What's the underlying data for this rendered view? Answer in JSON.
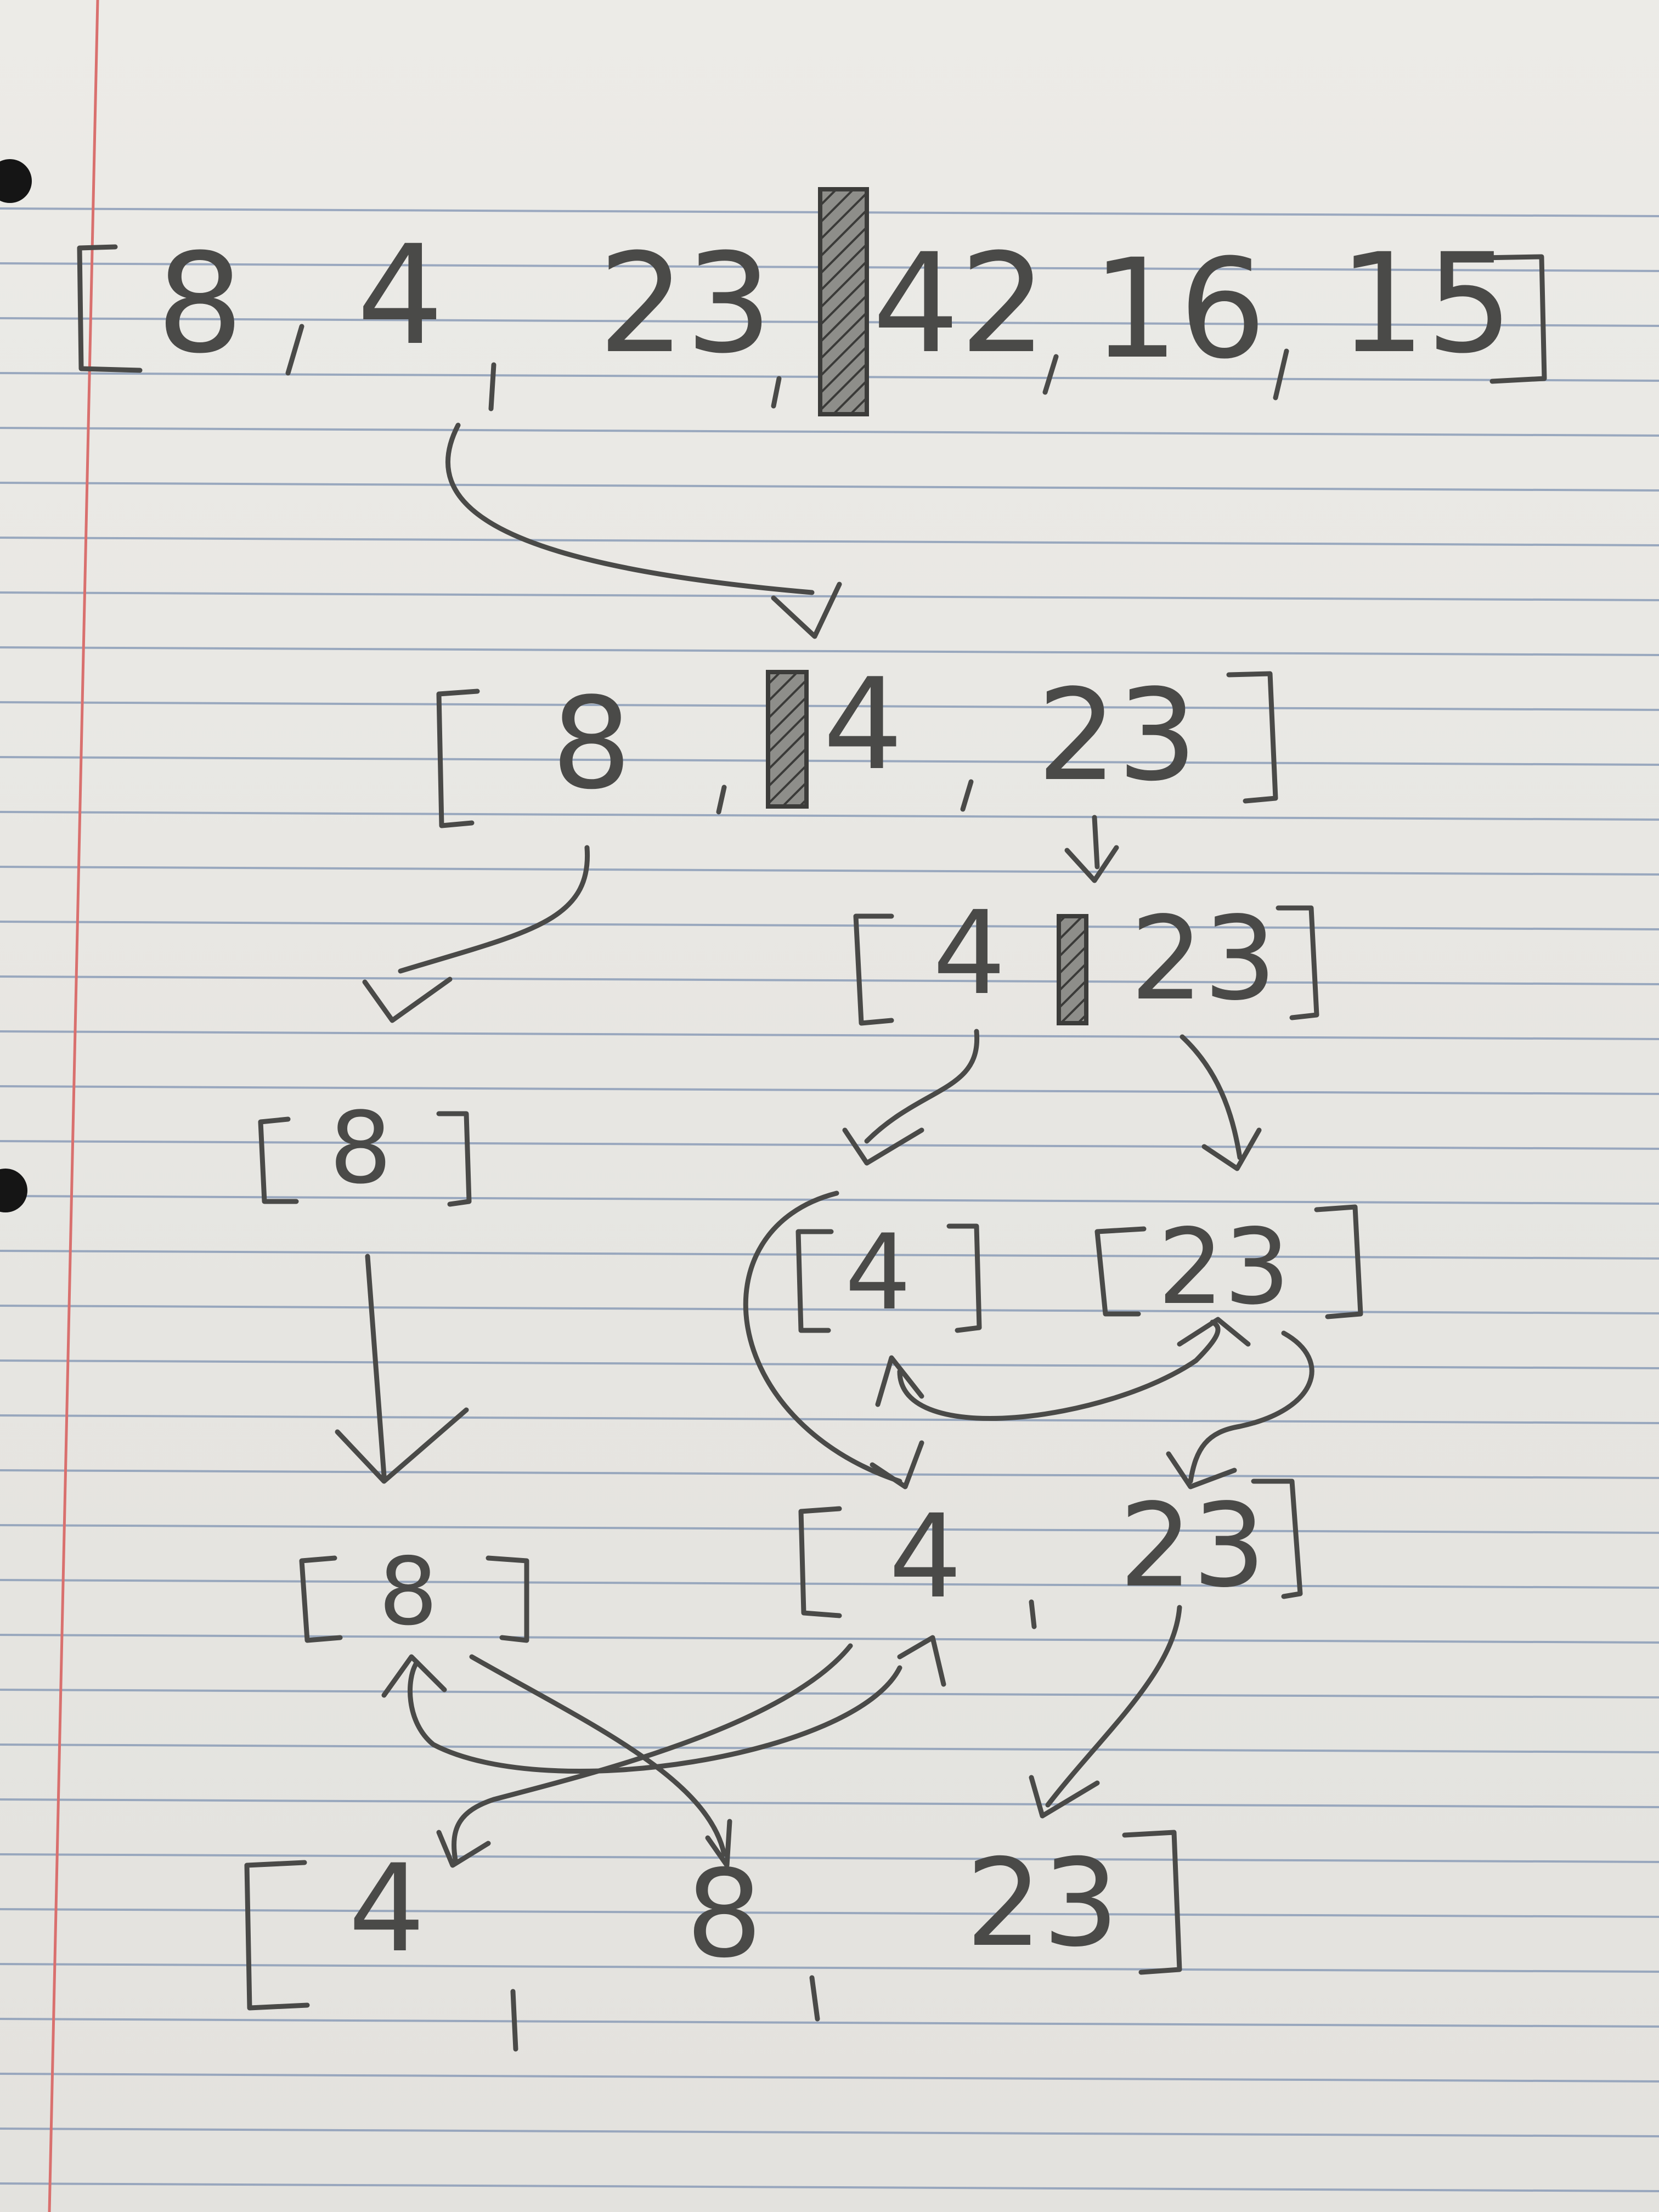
{
  "page": {
    "paper_color": "#e9e8e4",
    "rule_color": "#7f93b2",
    "margin_color": "#d9706e",
    "ink_color": "#4a4a48"
  },
  "row1": {
    "bracket_open": "[",
    "values": [
      "8",
      "4",
      "23",
      "42",
      "16",
      "15"
    ],
    "bracket_close": "]"
  },
  "row2": {
    "values": [
      "8",
      "4",
      "23"
    ]
  },
  "row3": {
    "values": [
      "4",
      "23"
    ]
  },
  "row4": {
    "left": "8"
  },
  "row5": {
    "left": "4",
    "right": "23"
  },
  "row6": {
    "left": "8",
    "values": [
      "4",
      "23"
    ]
  },
  "result": {
    "values": [
      "4",
      "8",
      "23"
    ]
  }
}
